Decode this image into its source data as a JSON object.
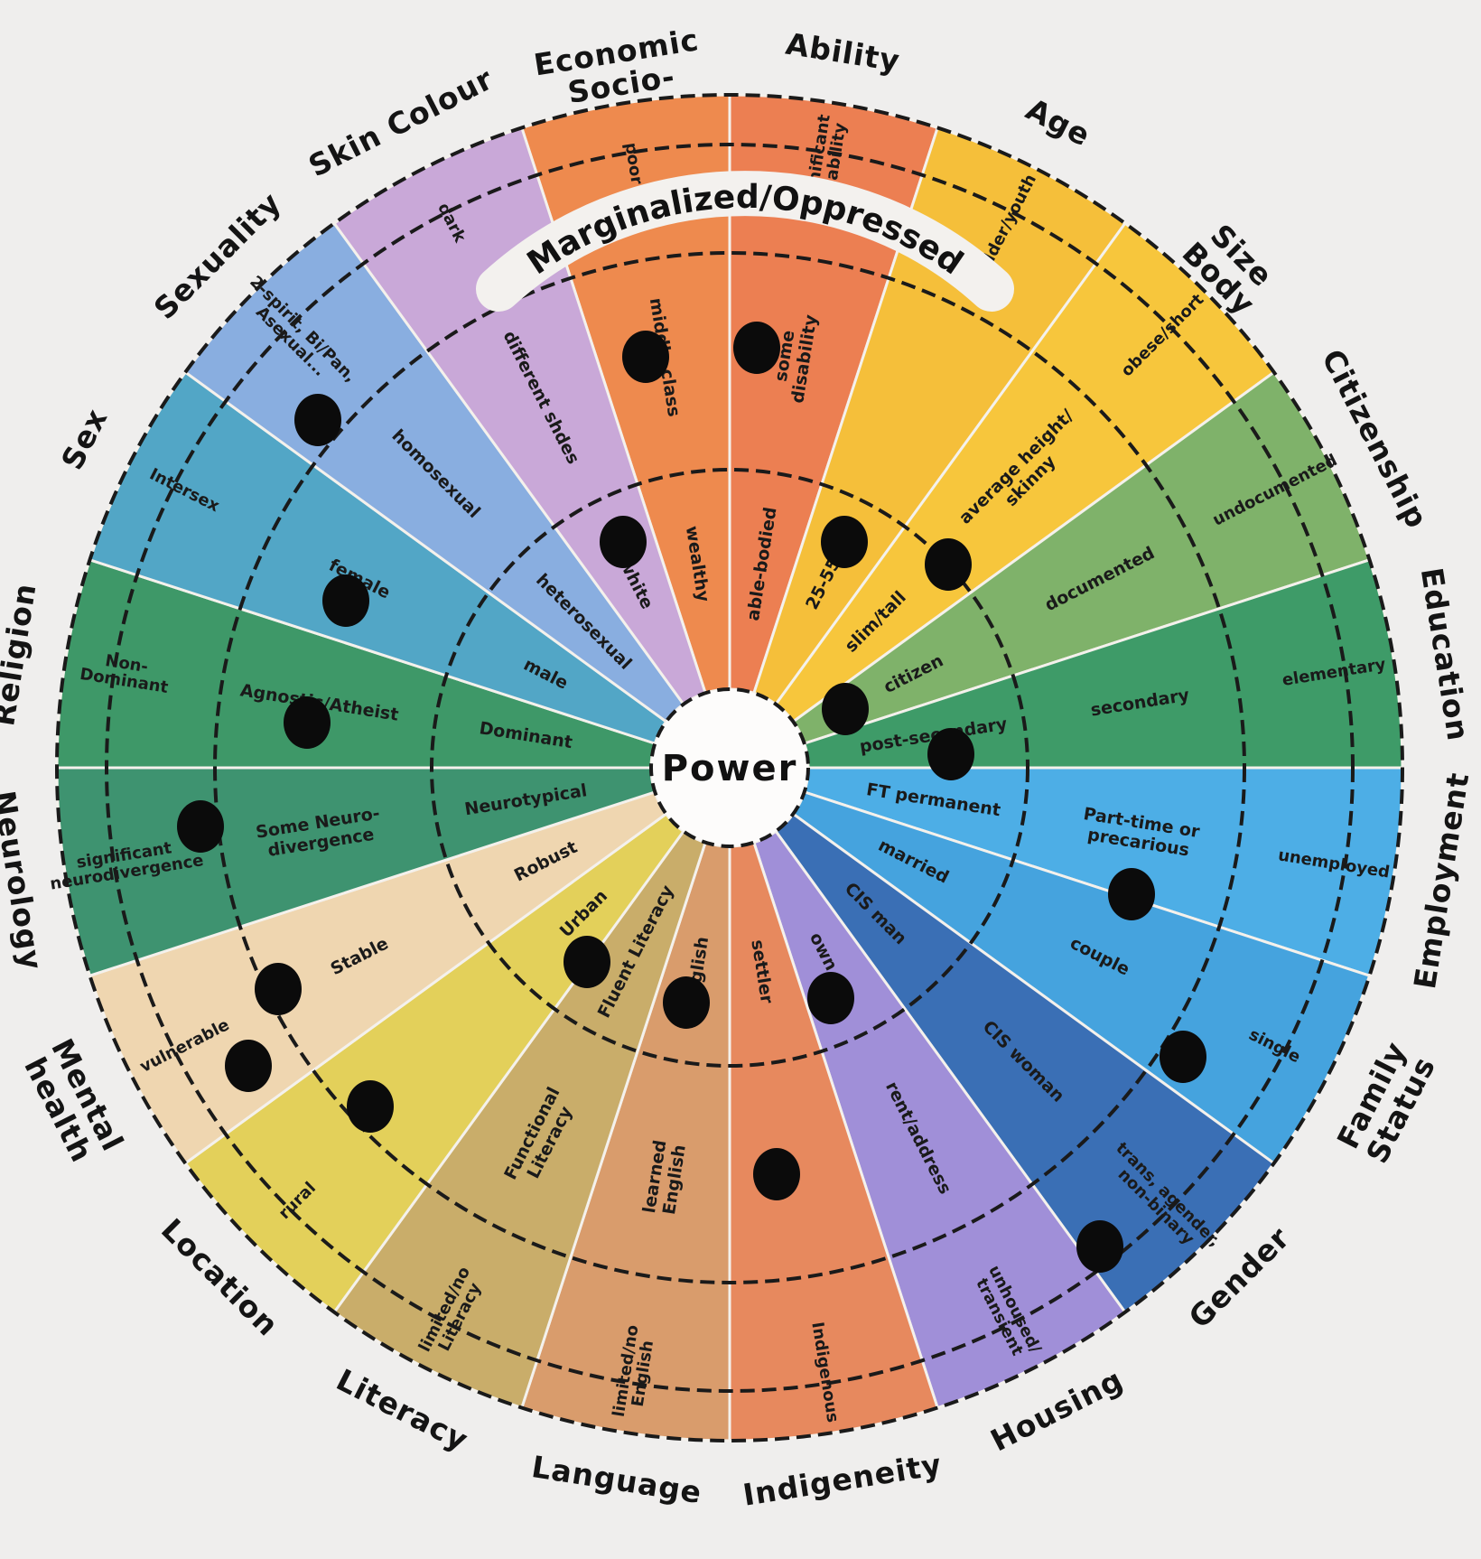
{
  "center_label": "Power",
  "banner_label": "Marginalized/Oppressed",
  "categories": [
    {
      "name": [
        "Socio-",
        "Economic"
      ],
      "color": "#ee8a4e",
      "inner": [
        "wealthy"
      ],
      "middle": [
        "middle class"
      ],
      "outer": [
        "poor"
      ]
    },
    {
      "name": [
        "Ability"
      ],
      "color": "#ec7f52",
      "inner": [
        "able-bodied"
      ],
      "middle": [
        "some",
        "disability"
      ],
      "outer": [
        "significant",
        "disability"
      ]
    },
    {
      "name": [
        "Age"
      ],
      "color": "#f5bf3a",
      "inner": [
        "25-55"
      ],
      "middle": [],
      "outer": [
        "elder/youth"
      ]
    },
    {
      "name": [
        "Body",
        "Size"
      ],
      "color": "#f7c63c",
      "inner": [
        "slim/tall"
      ],
      "middle": [
        "average height/",
        "skinny"
      ],
      "outer": [
        "obese/short"
      ]
    },
    {
      "name": [
        "Citizenship"
      ],
      "color": "#7fb26a",
      "inner": [
        "citizen"
      ],
      "middle": [
        "documented"
      ],
      "outer": [
        "undocumented"
      ]
    },
    {
      "name": [
        "Education"
      ],
      "color": "#3e9b68",
      "inner": [
        "post-secondary"
      ],
      "middle": [
        "secondary"
      ],
      "outer": [
        "elementary"
      ]
    },
    {
      "name": [
        "Employment"
      ],
      "color": "#4daee6",
      "inner": [
        "FT permanent"
      ],
      "middle": [
        "Part-time or",
        "precarious"
      ],
      "outer": [
        "unemployed"
      ]
    },
    {
      "name": [
        "Family",
        "Status"
      ],
      "color": "#45a3de",
      "inner": [
        "married"
      ],
      "middle": [
        "couple"
      ],
      "outer": [
        "single"
      ]
    },
    {
      "name": [
        "Gender"
      ],
      "color": "#3a6fb5",
      "inner": [
        "CIS man"
      ],
      "middle": [
        "CIS woman"
      ],
      "outer": [
        "trans, agender,",
        "non-binary"
      ]
    },
    {
      "name": [
        "Housing"
      ],
      "color": "#a08fd8",
      "inner": [
        "own"
      ],
      "middle": [
        "rent/address"
      ],
      "outer": [
        "unhoused/",
        "transient"
      ]
    },
    {
      "name": [
        "Indigeneity"
      ],
      "color": "#e7895e",
      "inner": [
        "settler"
      ],
      "middle": [],
      "outer": [
        "Indigenous"
      ]
    },
    {
      "name": [
        "Language"
      ],
      "color": "#d99c6c",
      "inner": [
        "English"
      ],
      "middle": [
        "learned",
        "English"
      ],
      "outer": [
        "limited/no",
        "English"
      ]
    },
    {
      "name": [
        "Literacy"
      ],
      "color": "#c9ad6a",
      "inner": [
        "Fluent Literacy"
      ],
      "middle": [
        "Functional",
        "Literacy"
      ],
      "outer": [
        "limited/no",
        "Literacy"
      ]
    },
    {
      "name": [
        "Location"
      ],
      "color": "#e3d05a",
      "inner": [
        "Urban"
      ],
      "middle": [],
      "outer": [
        "rural"
      ]
    },
    {
      "name": [
        "Mental",
        "health"
      ],
      "color": "#efd6b0",
      "inner": [
        "Robust"
      ],
      "middle": [
        "Stable"
      ],
      "outer": [
        "vulnerable"
      ]
    },
    {
      "name": [
        "Neurology"
      ],
      "color": "#3e9370",
      "inner": [
        "Neurotypical"
      ],
      "middle": [
        "Some Neuro-",
        "divergence"
      ],
      "outer": [
        "significant",
        "neurodivergence"
      ]
    },
    {
      "name": [
        "Religion"
      ],
      "color": "#3e9868",
      "inner": [
        "Dominant"
      ],
      "middle": [
        "Agnostic/Atheist"
      ],
      "outer": [
        "Non-",
        "Dominant"
      ]
    },
    {
      "name": [
        "Sex"
      ],
      "color": "#52a6c6",
      "inner": [
        "male"
      ],
      "middle": [
        "female"
      ],
      "outer": [
        "Intersex"
      ]
    },
    {
      "name": [
        "Sexuality"
      ],
      "color": "#89aee0",
      "inner": [
        "heterosexual"
      ],
      "middle": [
        "homosexual"
      ],
      "outer": [
        "2-spirit, Bi/Pan,",
        "Asexual..."
      ]
    },
    {
      "name": [
        "Skin Colour"
      ],
      "color": "#c9a8d8",
      "inner": [
        "white"
      ],
      "middle": [
        "different shdes"
      ],
      "outer": [
        "dark"
      ]
    }
  ]
}
